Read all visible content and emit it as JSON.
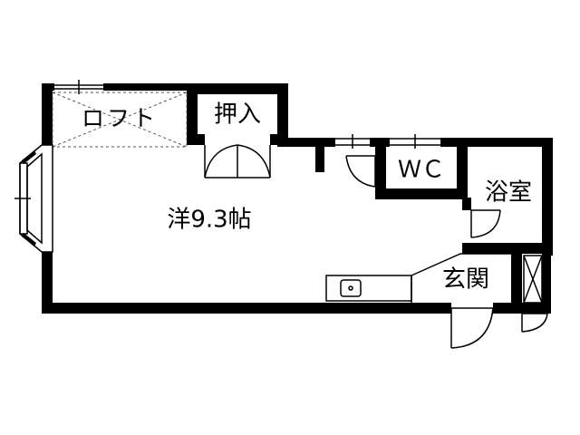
{
  "rooms": {
    "loft": "ロフト",
    "closet": "押入",
    "wc": "ＷＣ",
    "bath": "浴室",
    "main": "洋9.3帖",
    "entrance": "玄関"
  },
  "colors": {
    "wall": "#000000",
    "background": "#ffffff",
    "loft_dash": "#555555"
  }
}
